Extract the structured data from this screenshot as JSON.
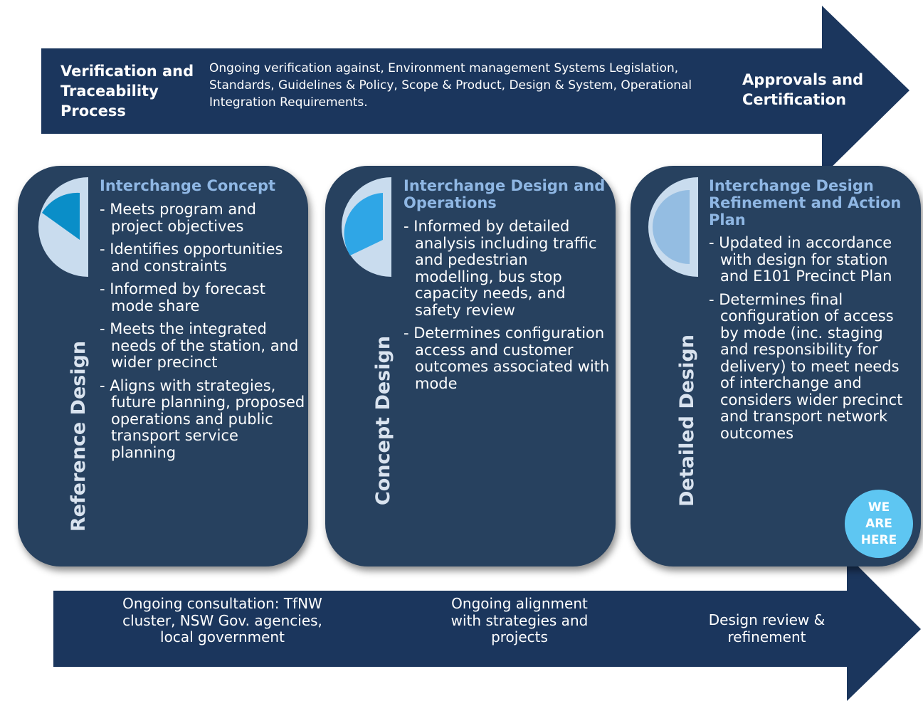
{
  "top_arrow": {
    "title": "Verification and Traceability Process",
    "description": "Ongoing verification against, Environment management Systems Legislation, Standards, Guidelines & Policy, Scope & Product, Design & System, Operational Integration Requirements.",
    "right_label": "Approvals and Certification"
  },
  "cards": [
    {
      "stage": "Reference Design",
      "title": "Interchange Concept",
      "items": [
        "Meets program and project objectives",
        "Identifies opportunities and constraints",
        "Informed by forecast mode share",
        "Meets the integrated needs of the station, and wider precinct",
        "Aligns with strategies, future planning,  proposed operations and public transport service planning"
      ]
    },
    {
      "stage": "Concept Design",
      "title": "Interchange Design and Operations",
      "items": [
        "Informed by detailed analysis including traffic and pedestrian modelling, bus stop capacity needs, and safety review",
        "Determines configuration access and customer outcomes associated with mode"
      ]
    },
    {
      "stage": "Detailed Design",
      "title": "Interchange Design Refinement and Action Plan",
      "items": [
        "Updated in accordance with design for station and E101 Precinct Plan",
        "Determines final configuration of access by mode (inc. staging and responsibility for delivery) to meet needs of interchange and considers wider precinct and transport network outcomes"
      ]
    }
  ],
  "badge": "WE ARE HERE",
  "bottom_arrow": {
    "items": [
      "Ongoing consultation: TfNW cluster, NSW Gov. agencies, local government",
      "Ongoing alignment with strategies and projects",
      "Design review & refinement"
    ]
  },
  "colors": {
    "navy": "#1b365d",
    "card": "#27415f",
    "title_blue": "#8fb7e4",
    "badge": "#5ec6f2",
    "pie1": "#0a8ec8",
    "pie2": "#2fa6e6",
    "pie3": "#94bde2",
    "pie_bg": "#c9dcee"
  }
}
